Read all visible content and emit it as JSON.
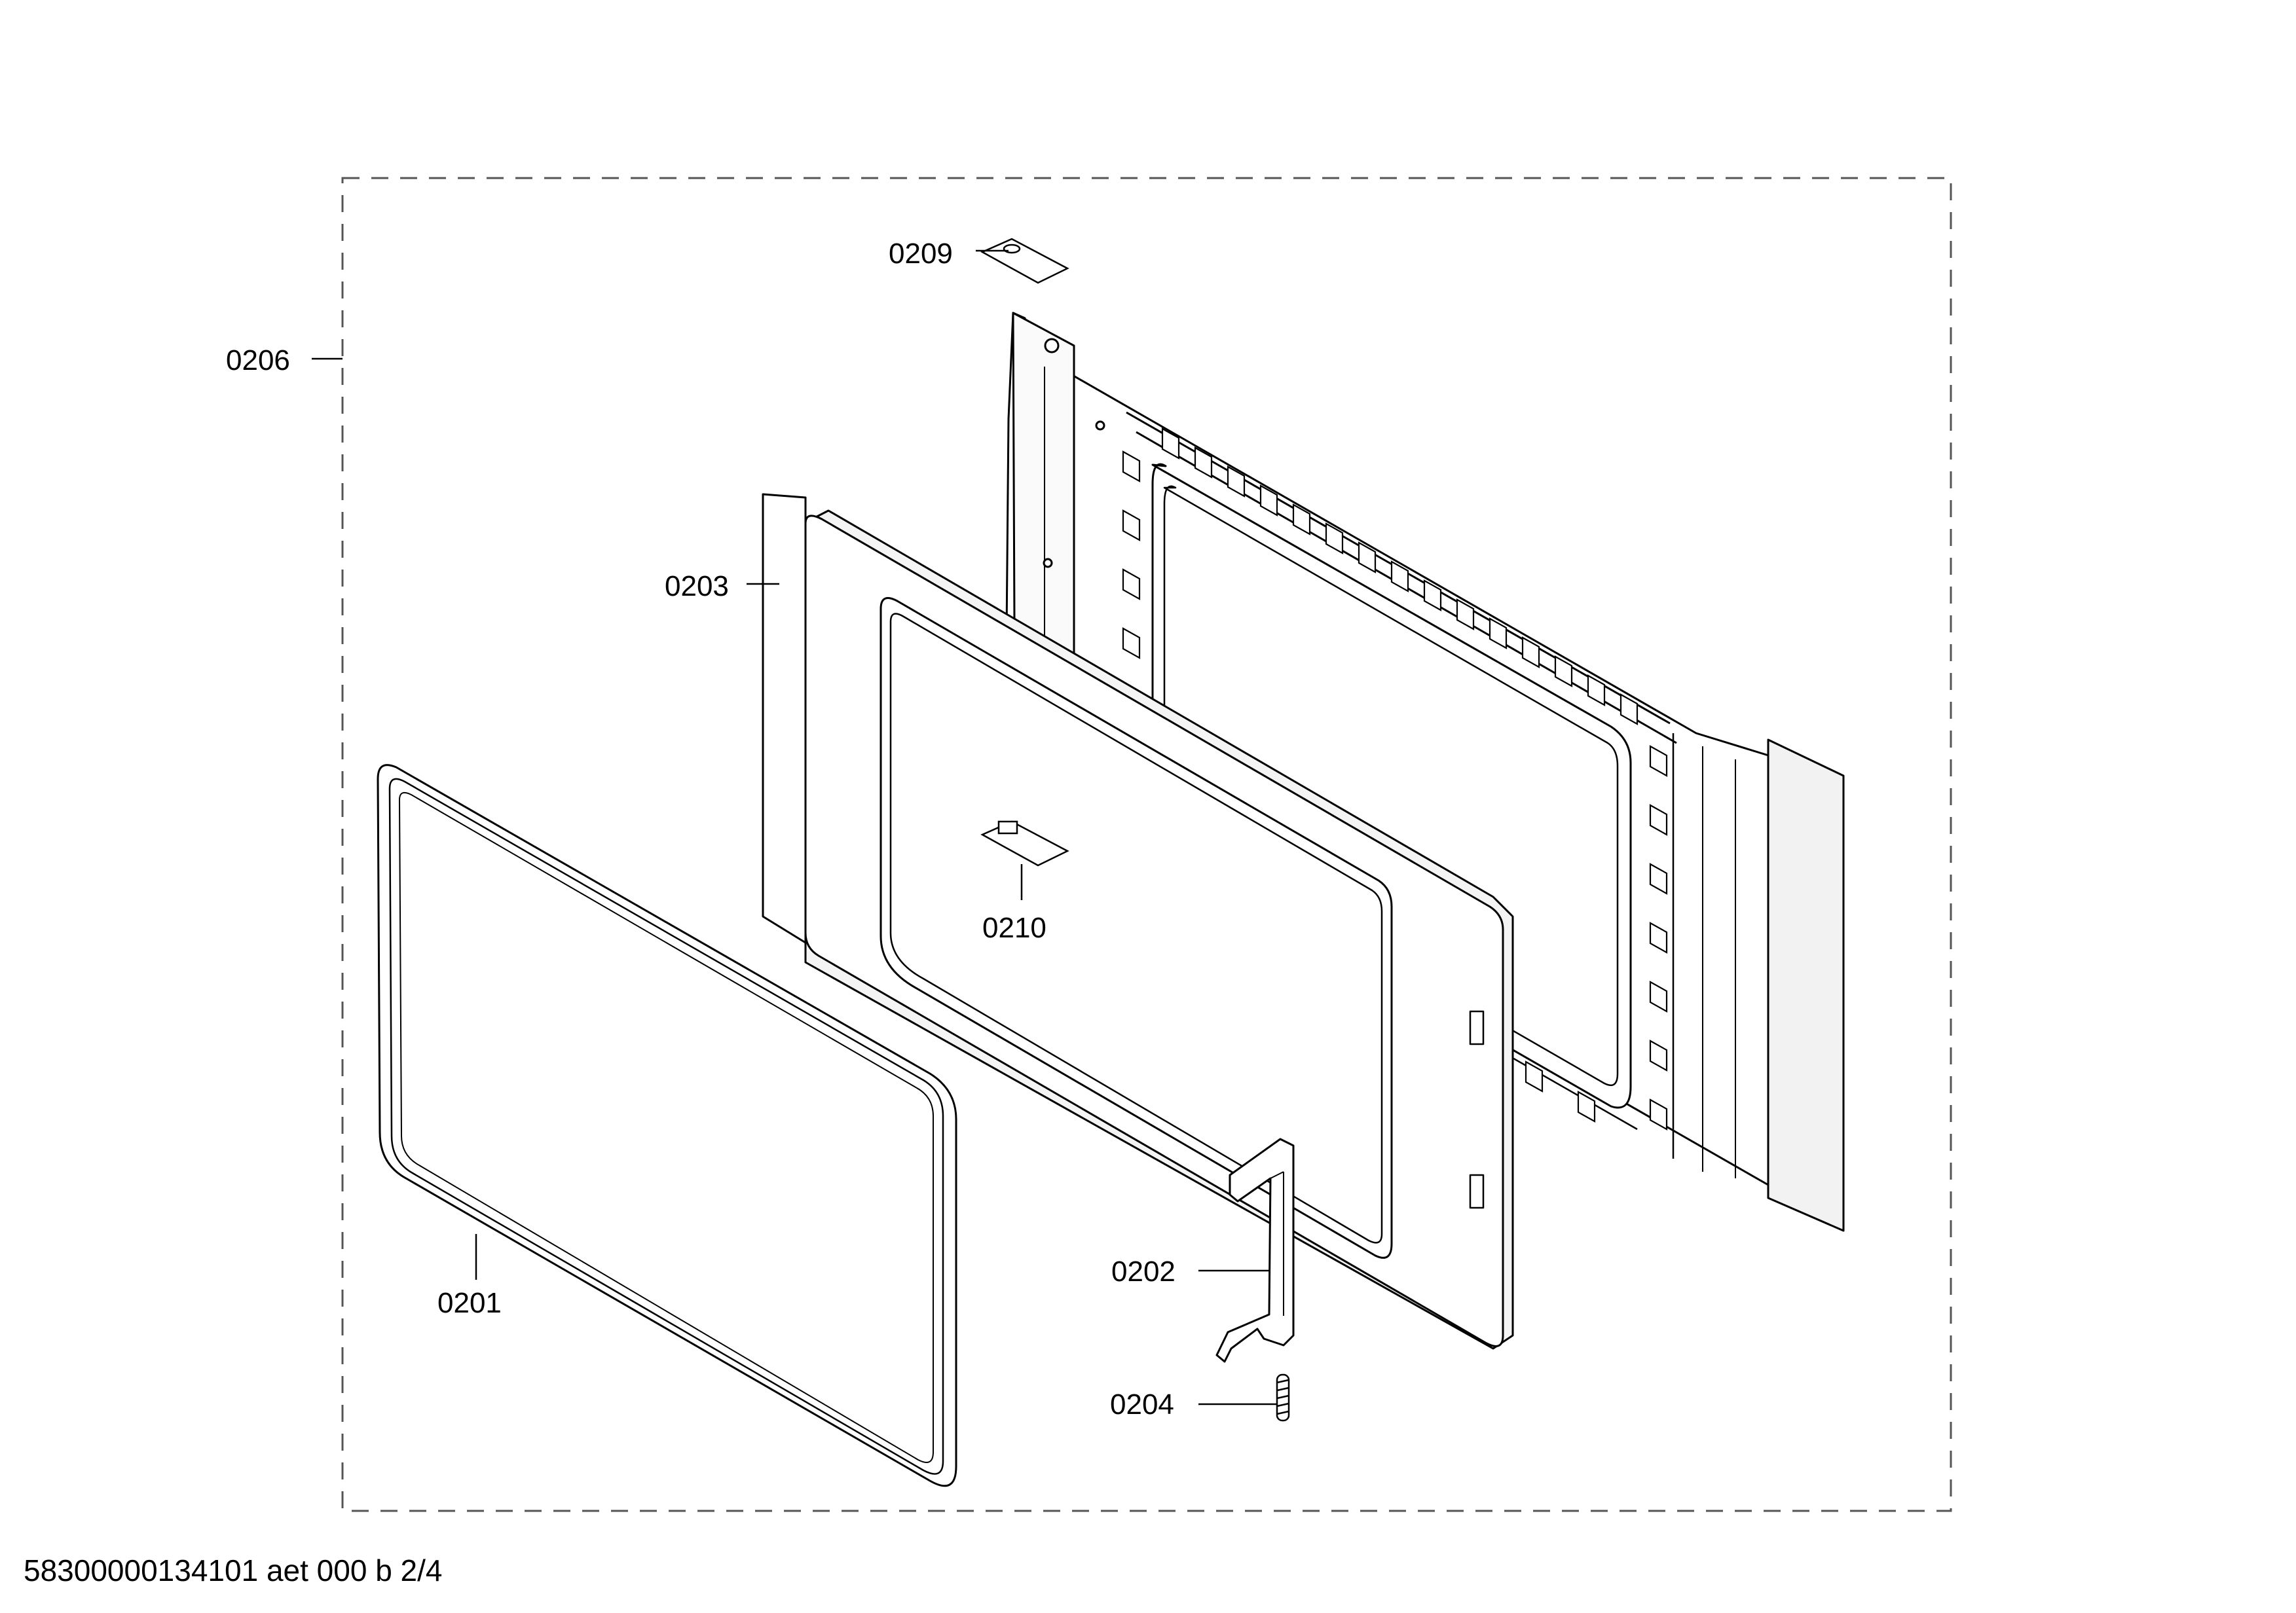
{
  "diagram": {
    "callouts": {
      "c0201": "0201",
      "c0202": "0202",
      "c0203": "0203",
      "c0204": "0204",
      "c0206": "0206",
      "c0209": "0209",
      "c0210": "0210"
    },
    "footer_code": "58300000134101 aet 000 b 2/4"
  },
  "colors": {
    "line": "#000000",
    "part_fill": "#ffffff",
    "part_shade": "#e6e6e6",
    "frame_dash": "#555555"
  }
}
